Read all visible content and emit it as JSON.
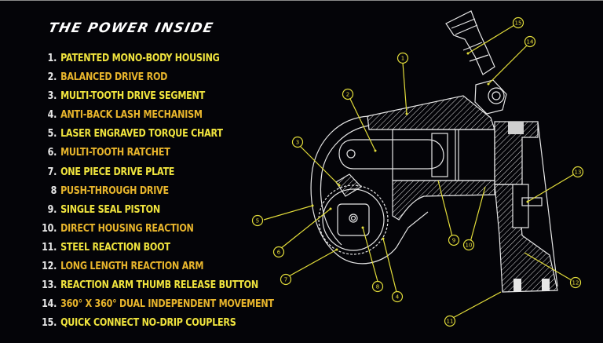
{
  "title": "THE POWER INSIDE",
  "colors": {
    "background": "#040408",
    "title": "#ffffff",
    "number": "#e8e8e8",
    "label_odd": "#f0e43e",
    "label_even": "#e8b52c",
    "callout": "#e2dc3a",
    "drawing": "#e6e6e6"
  },
  "features": [
    {
      "num": "1.",
      "label": "PATENTED MONO-BODY HOUSING"
    },
    {
      "num": "2.",
      "label": "BALANCED DRIVE ROD"
    },
    {
      "num": "3.",
      "label": "MULTI-TOOTH DRIVE SEGMENT"
    },
    {
      "num": "4.",
      "label": "ANTI-BACK LASH MECHANISM"
    },
    {
      "num": "5.",
      "label": "LASER ENGRAVED TORQUE CHART"
    },
    {
      "num": "6.",
      "label": "MULTI-TOOTH RATCHET"
    },
    {
      "num": "7.",
      "label": "ONE PIECE DRIVE PLATE"
    },
    {
      "num": "8",
      "label": "PUSH-THROUGH DRIVE"
    },
    {
      "num": "9.",
      "label": "SINGLE SEAL PISTON"
    },
    {
      "num": "10.",
      "label": "DIRECT HOUSING REACTION"
    },
    {
      "num": "11.",
      "label": "STEEL REACTION BOOT"
    },
    {
      "num": "12.",
      "label": "LONG LENGTH REACTION ARM"
    },
    {
      "num": "13.",
      "label": "REACTION ARM THUMB RELEASE BUTTON"
    },
    {
      "num": "14.",
      "label": "360° X 360° DUAL INDEPENDENT MOVEMENT"
    },
    {
      "num": "15.",
      "label": "QUICK CONNECT NO-DRIP COUPLERS"
    }
  ],
  "callouts": [
    "1",
    "2",
    "3",
    "4",
    "5",
    "6",
    "7",
    "8",
    "9",
    "10",
    "11",
    "12",
    "13",
    "14",
    "15"
  ]
}
